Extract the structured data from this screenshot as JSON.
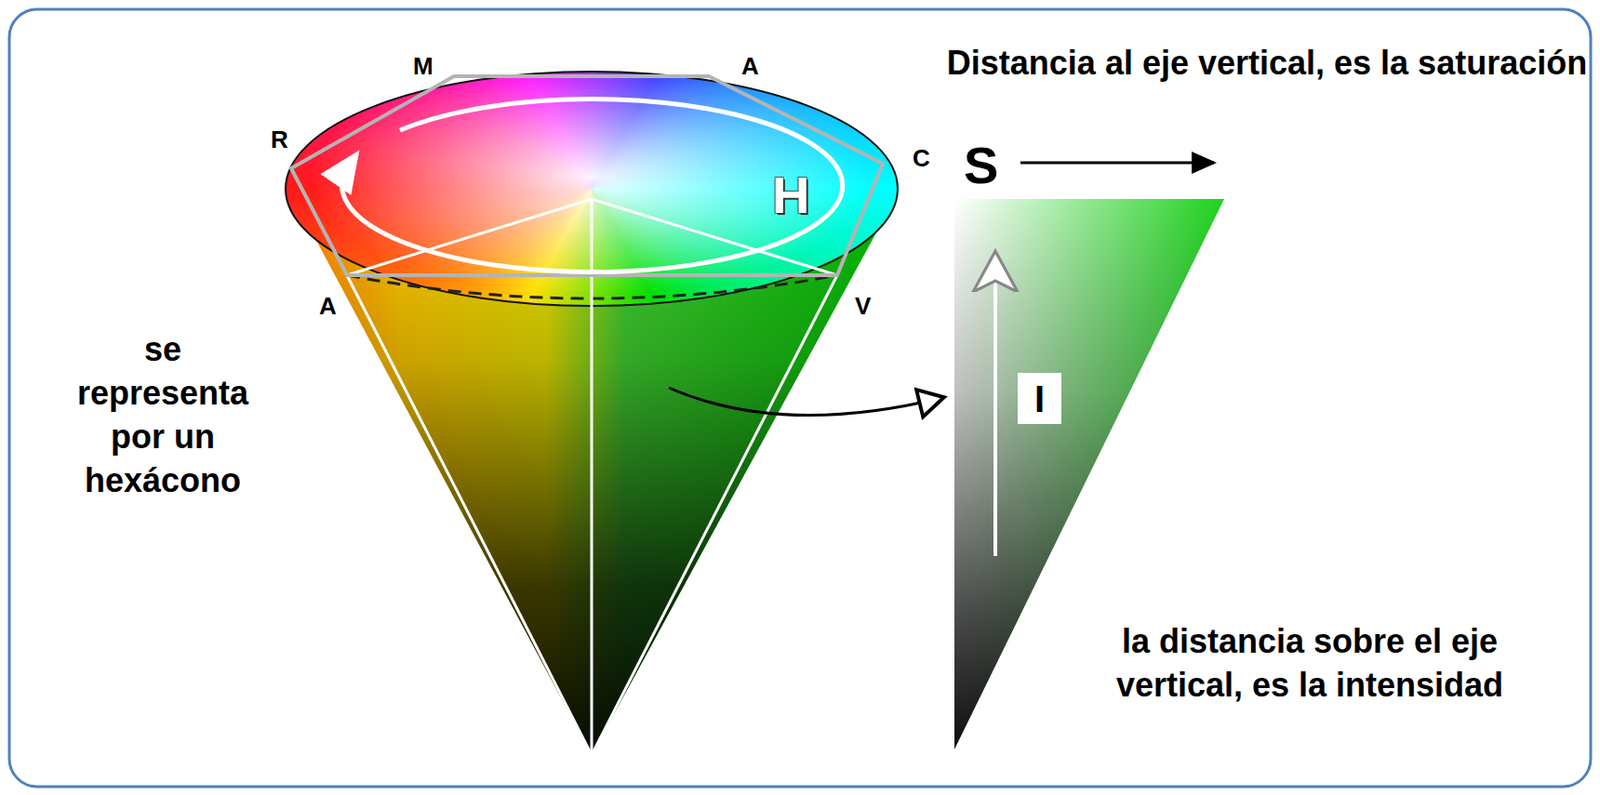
{
  "diagram": {
    "nodes": [
      {
        "text": [
          "I"
        ]
      }
    ],
    "labels": [
      "M",
      "A",
      "R",
      "C",
      "H",
      "A",
      "V",
      "S",
      "Distancia al eje vertical, es la saturación",
      "se representa por un hexácono",
      "la distancia sobre el eje vertical, es la intensidad"
    ]
  }
}
